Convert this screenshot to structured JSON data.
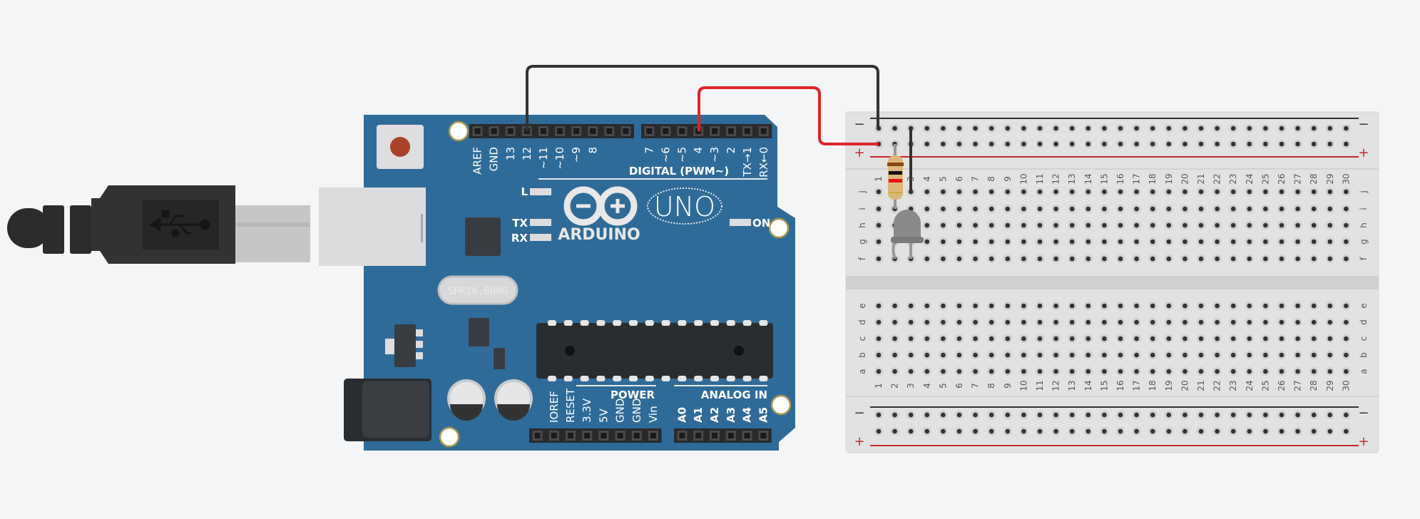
{
  "arduino": {
    "brand": "ARDUINO",
    "model": "UNO",
    "crystal": "SPK16.000G",
    "leds": {
      "l": "L",
      "tx": "TX",
      "rx": "RX",
      "on": "ON"
    },
    "digital_header_left": [
      "AREF",
      "GND",
      "13",
      "12",
      "~11",
      "~10",
      "~9",
      "8"
    ],
    "digital_header_right": [
      "7",
      "~6",
      "~5",
      "4",
      "~3",
      "2",
      "TX→1",
      "RX←0"
    ],
    "digital_title": "DIGITAL (PWM~)",
    "power_pins": [
      "IOREF",
      "RESET",
      "3.3V",
      "5V",
      "GND",
      "GND",
      "Vin"
    ],
    "power_title": "POWER",
    "analog_pins": [
      "A0",
      "A1",
      "A2",
      "A3",
      "A4",
      "A5"
    ],
    "analog_title": "ANALOG IN"
  },
  "breadboard": {
    "columns": [
      "1",
      "2",
      "3",
      "4",
      "5",
      "6",
      "7",
      "8",
      "9",
      "10",
      "11",
      "12",
      "13",
      "14",
      "15",
      "16",
      "17",
      "18",
      "19",
      "20",
      "21",
      "22",
      "23",
      "24",
      "25",
      "26",
      "27",
      "28",
      "29",
      "30"
    ],
    "top_rows": [
      "j",
      "i",
      "h",
      "g",
      "f"
    ],
    "bottom_rows": [
      "e",
      "d",
      "c",
      "b",
      "a"
    ],
    "rail_minus": "−",
    "rail_plus": "+"
  },
  "colors": {
    "board": "#2f6b98",
    "wire_gnd": "#333333",
    "wire_signal": "#e0242a",
    "rail_red": "#c0282d",
    "resistor_bands": [
      "#8b4513",
      "#111111",
      "#ee1111",
      "#c8b030"
    ]
  }
}
